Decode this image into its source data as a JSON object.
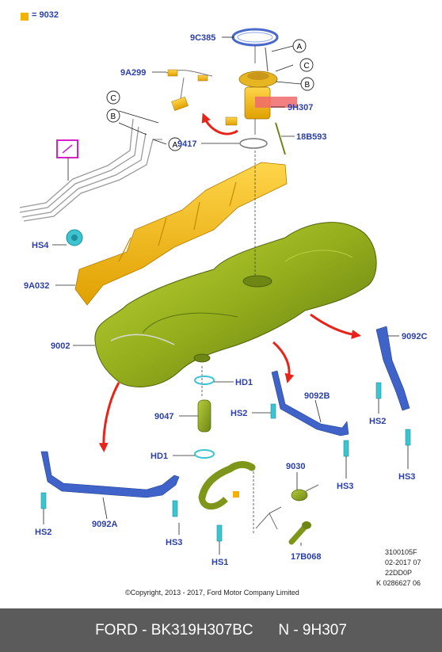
{
  "legend": {
    "text": "= 9032"
  },
  "labels": {
    "l9C385": "9C385",
    "l9A299": "9A299",
    "l9H307": "9H307",
    "l9417": "9417",
    "l18B593": "18B593",
    "lHS4": "HS4",
    "l9A032": "9A032",
    "l9002": "9002",
    "l9092C": "9092C",
    "lHD1a": "HD1",
    "l9047": "9047",
    "lHS2a": "HS2",
    "l9092B": "9092B",
    "lHD1b": "HD1",
    "l9030": "9030",
    "lHS2b": "HS2",
    "lHS3a": "HS3",
    "lHS3b": "HS3",
    "l9092A": "9092A",
    "lHS2c": "HS2",
    "lHS3c": "HS3",
    "lHS1": "HS1",
    "l17B068": "17B068"
  },
  "callouts": {
    "A1": "A",
    "C1": "C",
    "B1": "B",
    "C2": "C",
    "B2": "B",
    "A2": "A"
  },
  "doc_info": {
    "line1": "3100105F",
    "line2": "02-2017 07",
    "line3": "22DD0P",
    "line4": "K 0286627 06"
  },
  "copyright": "©Copyright, 2013 - 2017, Ford Motor Company Limited",
  "footer": {
    "text": "FORD - BK319H307BC      N - 9H307"
  },
  "colors": {
    "label": "#2b3fa8",
    "tank": "#8fa817",
    "shield": "#f2b400",
    "strap": "#3f63c8",
    "bolt": "#3cc5d0",
    "arrow": "#e8241a",
    "highlight": "#f06a6a",
    "footer_bg": "#5b5b5b"
  }
}
